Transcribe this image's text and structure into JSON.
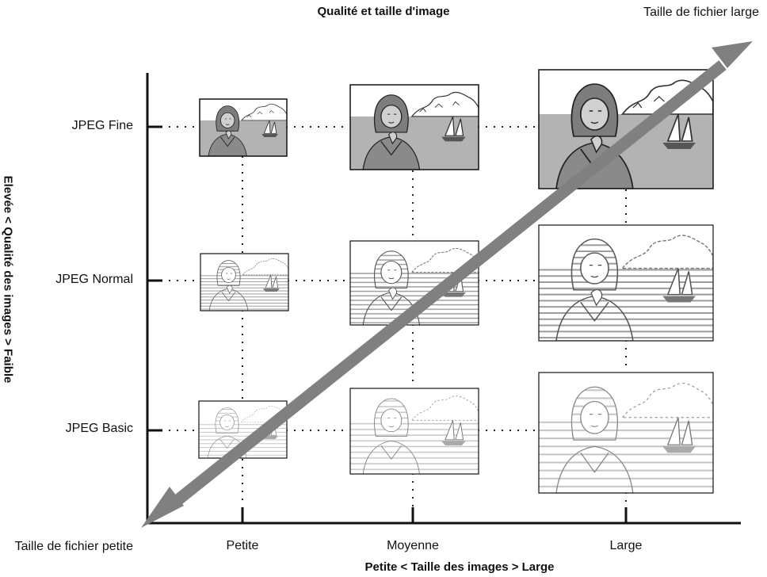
{
  "title": "Qualité et taille d'image",
  "corner_large": "Taille de fichier large",
  "corner_small": "Taille de fichier petite",
  "y_axis": "Elevée < Qualité des images > Faible",
  "x_axis": "Petite < Taille des images > Large",
  "rows": [
    "JPEG Fine",
    "JPEG Normal",
    "JPEG Basic"
  ],
  "columns": [
    "Petite",
    "Moyenne",
    "Large"
  ],
  "thumbnail_icon": "portrait-with-sailboat-icon"
}
